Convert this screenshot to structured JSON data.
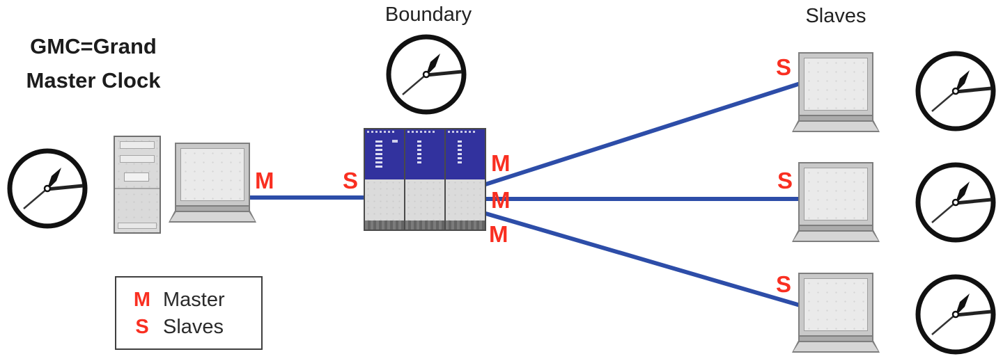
{
  "diagram": {
    "gmc_note": {
      "line1": "GMC=Grand",
      "line2": "Master Clock"
    },
    "boundary_label": "Boundary",
    "slaves_label": "Slaves",
    "ports": {
      "gmc_m": "M",
      "boundary_s": "S",
      "boundary_m1": "M",
      "boundary_m2": "M",
      "boundary_m3": "M",
      "slave_s1": "S",
      "slave_s2": "S",
      "slave_s3": "S"
    },
    "legend": {
      "rows": [
        {
          "key": "M",
          "value": "Master"
        },
        {
          "key": "S",
          "value": "Slaves"
        }
      ]
    },
    "colors": {
      "link": "#2d4da8",
      "module_top": "#32329e",
      "port_label": "#f92f21",
      "text": "#1c1c1c"
    }
  }
}
